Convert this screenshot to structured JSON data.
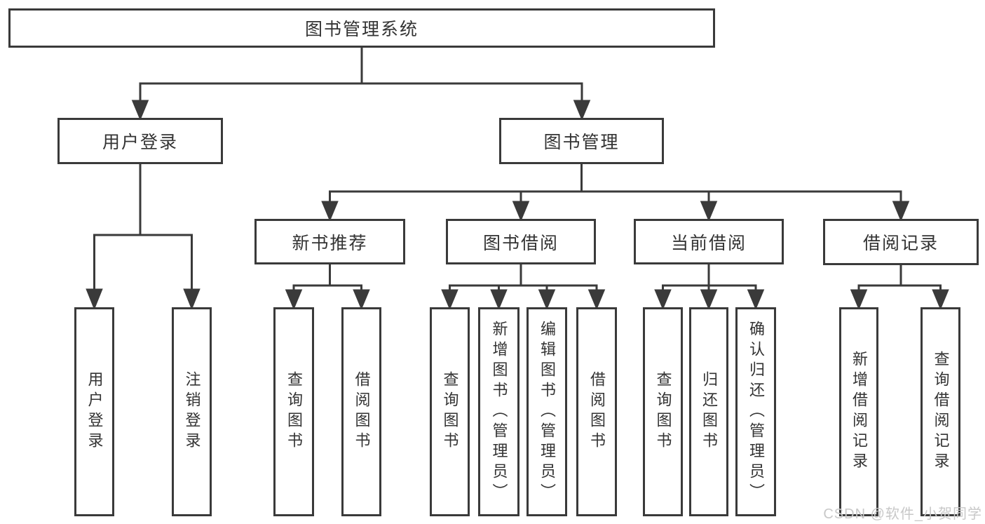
{
  "diagram": {
    "title": "图书管理系统",
    "level2": [
      "用户登录",
      "图书管理"
    ],
    "level3": [
      "新书推荐",
      "图书借阅",
      "当前借阅",
      "借阅记录"
    ],
    "leaves": {
      "user_login": [
        "用户登录",
        "注销登录"
      ],
      "new_book_recommend": [
        "查询图书",
        "借阅图书"
      ],
      "book_borrow": [
        "查询图书",
        "新增图书（管理员）",
        "编辑图书（管理员）",
        "借阅图书"
      ],
      "current_borrow": [
        "查询图书",
        "归还图书",
        "确认归还（管理员）"
      ],
      "borrow_record": [
        "新增借阅记录",
        "查询借阅记录"
      ]
    }
  },
  "watermark": {
    "text": "CSDN @软件_小贺同学"
  },
  "colors": {
    "line": "#3a3a3a",
    "text": "#333333",
    "background": "#ffffff",
    "watermark": "#c8c8c8"
  }
}
